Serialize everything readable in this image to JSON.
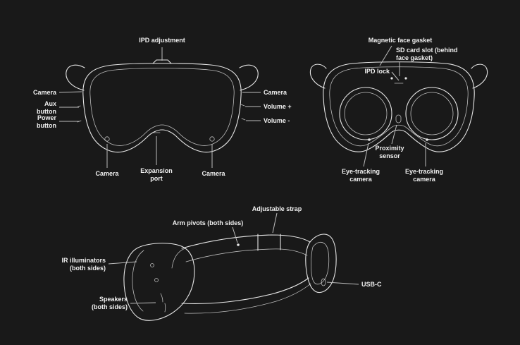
{
  "colors": {
    "background": "#191919",
    "line": "#e6e6e6",
    "leader": "#bdbdbd",
    "text": "#f0f0f0"
  },
  "front_view": {
    "labels": {
      "ipd_adjustment": "IPD adjustment",
      "camera_left": "Camera",
      "aux_button": "Aux button",
      "power_button": "Power button",
      "camera_right": "Camera",
      "volume_up": "Volume +",
      "volume_down": "Volume -",
      "camera_bottom_left": "Camera",
      "expansion_port": "Expansion port",
      "camera_bottom_right": "Camera"
    }
  },
  "rear_view": {
    "labels": {
      "magnetic_face_gasket": "Magnetic face gasket",
      "sd_card_slot": "SD card slot (behind face gasket)",
      "ipd_lock": "IPD lock",
      "proximity_sensor": "Proximity sensor",
      "eye_tracking_camera_left": "Eye-tracking camera",
      "eye_tracking_camera_right": "Eye-tracking camera"
    }
  },
  "side_view": {
    "labels": {
      "adjustable_strap": "Adjustable strap",
      "arm_pivots": "Arm pivots (both sides)",
      "ir_illuminators": "IR illuminators (both sides)",
      "speakers": "Speakers (both sides)",
      "usb_c": "USB-C"
    }
  }
}
